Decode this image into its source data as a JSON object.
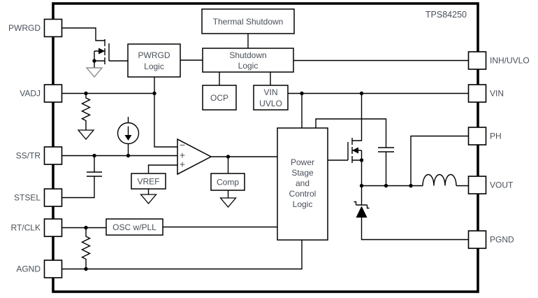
{
  "title": "TPS84250",
  "pins": {
    "left": [
      {
        "label": "PWRGD"
      },
      {
        "label": "VADJ"
      },
      {
        "label": "SS/TR"
      },
      {
        "label": "STSEL"
      },
      {
        "label": "RT/CLK"
      },
      {
        "label": "AGND"
      }
    ],
    "right": [
      {
        "label": "INH/UVLO"
      },
      {
        "label": "VIN"
      },
      {
        "label": "PH"
      },
      {
        "label": "VOUT"
      },
      {
        "label": "PGND"
      }
    ]
  },
  "blocks": {
    "thermal_shutdown": {
      "label": "Thermal Shutdown"
    },
    "shutdown_logic": {
      "lines": [
        "Shutdown",
        "Logic"
      ]
    },
    "pwrgd_logic": {
      "lines": [
        "PWRGD",
        "Logic"
      ]
    },
    "ocp": {
      "label": "OCP"
    },
    "vin_uvlo": {
      "lines": [
        "VIN",
        "UVLO"
      ]
    },
    "vref": {
      "label": "VREF"
    },
    "comp": {
      "label": "Comp"
    },
    "osc": {
      "label": "OSC w/PLL"
    },
    "power_stage": {
      "lines": [
        "Power",
        "Stage",
        "and",
        "Control",
        "Logic"
      ]
    }
  },
  "error_amp": {
    "minus": "−",
    "plus_top": "+",
    "plus_bottom": "+"
  },
  "colors": {
    "wire": "#000000",
    "text": "#47505b",
    "background": "#ffffff"
  }
}
